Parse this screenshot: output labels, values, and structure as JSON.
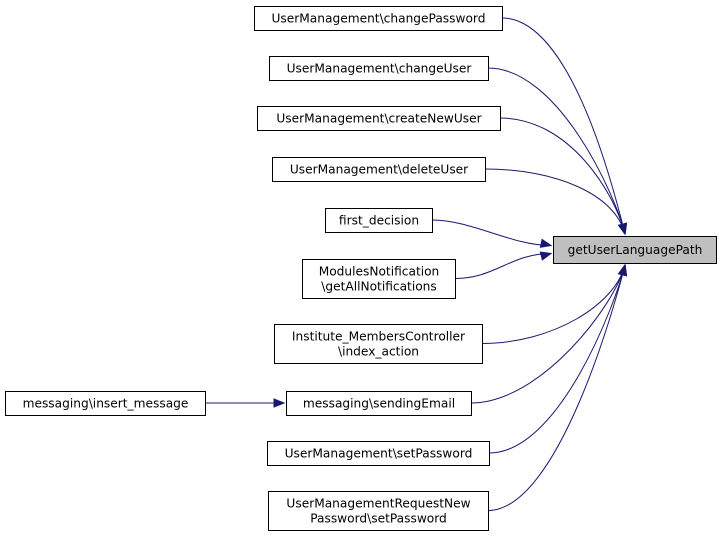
{
  "diagram": {
    "type": "call-graph",
    "target": {
      "id": "target",
      "lines": [
        "getUserLanguagePath"
      ]
    },
    "callers": [
      {
        "id": "n1",
        "lines": [
          "UserManagement\\changePassword"
        ]
      },
      {
        "id": "n2",
        "lines": [
          "UserManagement\\changeUser"
        ]
      },
      {
        "id": "n3",
        "lines": [
          "UserManagement\\createNewUser"
        ]
      },
      {
        "id": "n4",
        "lines": [
          "UserManagement\\deleteUser"
        ]
      },
      {
        "id": "n5",
        "lines": [
          "first_decision"
        ]
      },
      {
        "id": "n6",
        "lines": [
          "ModulesNotification",
          "\\getAllNotifications"
        ]
      },
      {
        "id": "n7",
        "lines": [
          "Institute_MembersController",
          "\\index_action"
        ]
      },
      {
        "id": "n8",
        "lines": [
          "messaging\\sendingEmail"
        ]
      },
      {
        "id": "n9",
        "lines": [
          "UserManagement\\setPassword"
        ]
      },
      {
        "id": "n10",
        "lines": [
          "UserManagementRequestNew",
          "Password\\setPassword"
        ]
      }
    ],
    "secondary": [
      {
        "id": "n11",
        "lines": [
          "messaging\\insert_message"
        ]
      }
    ],
    "edges": [
      {
        "from": "n1",
        "to": "target"
      },
      {
        "from": "n2",
        "to": "target"
      },
      {
        "from": "n3",
        "to": "target"
      },
      {
        "from": "n4",
        "to": "target"
      },
      {
        "from": "n5",
        "to": "target"
      },
      {
        "from": "n6",
        "to": "target"
      },
      {
        "from": "n7",
        "to": "target"
      },
      {
        "from": "n8",
        "to": "target"
      },
      {
        "from": "n9",
        "to": "target"
      },
      {
        "from": "n10",
        "to": "target"
      },
      {
        "from": "n11",
        "to": "n8"
      }
    ],
    "colors": {
      "edge": "#191970",
      "target_fill": "#bfbfbf",
      "node_fill": "#ffffff",
      "border": "#000000"
    }
  }
}
